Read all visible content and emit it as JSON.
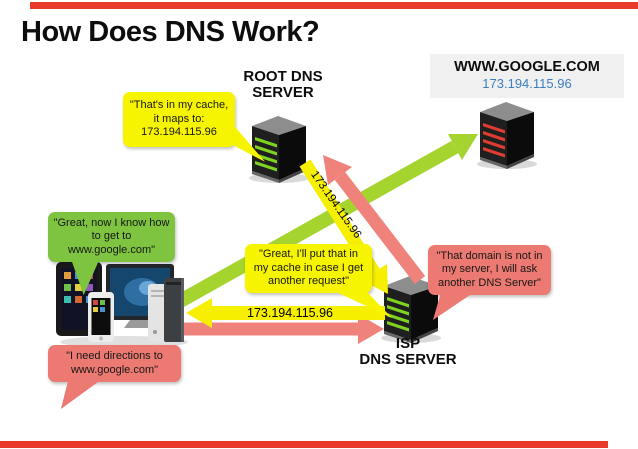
{
  "slide": {
    "title": "How Does DNS Work?",
    "accent_color": "#e8392b",
    "background_color": "#ffffff"
  },
  "servers": {
    "root": {
      "label_lines": [
        "ROOT DNS",
        "SERVER"
      ],
      "icon": "server-tower-icon",
      "light_color": "#7ed321"
    },
    "isp": {
      "label_lines": [
        "ISP",
        "DNS SERVER"
      ],
      "icon": "server-tower-icon",
      "light_color": "#7ed321"
    },
    "google": {
      "domain": "WWW.GOOGLE.COM",
      "ip": "173.194.115.96",
      "ip_color": "#3a7fc1",
      "box_color": "#f0f0f0",
      "icon": "server-tower-icon",
      "light_color": "#e03c31"
    }
  },
  "clients": {
    "icon": "client-devices-icon"
  },
  "bubbles": {
    "root_cache": {
      "color": "#f7f400",
      "lines": [
        "\"That's in my cache,",
        "it maps to:",
        "173.194.115.96"
      ]
    },
    "client_knows": {
      "color": "#7ec440",
      "lines": [
        "\"Great, now I know how",
        "to get to",
        "www.google.com\""
      ]
    },
    "isp_cache": {
      "color": "#f7f400",
      "lines": [
        "\"Great, I'll put that in",
        "my cache in case I get",
        "another request\""
      ]
    },
    "isp_ask": {
      "color": "#ec7a72",
      "lines": [
        "\"That domain is not in",
        "my server, I will ask",
        "another DNS Server\""
      ]
    },
    "client_ask": {
      "color": "#ec7a72",
      "lines": [
        "\"I need directions to",
        "www.google.com\""
      ]
    }
  },
  "arrows": {
    "green_color": "#a6d42f",
    "yellow_color": "#f7ef00",
    "pink_color": "#ef827a",
    "isp_to_client_label": "173.194.115.96",
    "root_to_isp_label": "173.194.115.96"
  }
}
